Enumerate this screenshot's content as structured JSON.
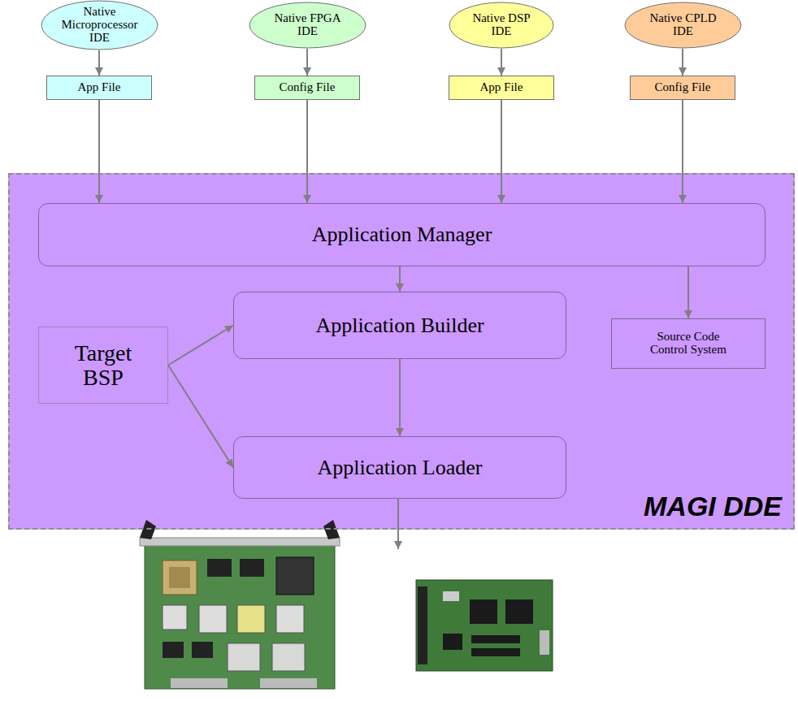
{
  "diagram": {
    "nodes": [
      {
        "text": [
          "Native Microprocessor IDE"
        ]
      },
      {
        "text": [
          "Native FPGA IDE"
        ]
      },
      {
        "text": [
          "Native DSP IDE"
        ]
      },
      {
        "text": [
          "Native CPLD IDE"
        ]
      },
      {
        "text": [
          "App File"
        ]
      },
      {
        "text": [
          "Config File"
        ]
      },
      {
        "text": [
          "App File"
        ]
      },
      {
        "text": [
          "Config File"
        ]
      },
      {
        "text": [
          "MAGI DDE"
        ]
      },
      {
        "text": [
          "Application Manager"
        ],
        "in": 8
      },
      {
        "text": [
          "Application Builder"
        ],
        "in": 8
      },
      {
        "text": [
          "Source Code Control System"
        ],
        "in": 8
      },
      {
        "text": [
          "Target BSP"
        ],
        "in": 8
      },
      {
        "text": [
          "Application Loader"
        ],
        "in": 8
      }
    ],
    "edges": [
      {
        "from": 0,
        "to": 4,
        "arrow": "to"
      },
      {
        "from": 1,
        "to": 5,
        "arrow": "to"
      },
      {
        "from": 2,
        "to": 6,
        "arrow": "to"
      },
      {
        "from": 3,
        "to": 7,
        "arrow": "to"
      },
      {
        "from": 4,
        "to": 9,
        "arrow": "to"
      },
      {
        "from": 5,
        "to": 9,
        "arrow": "to"
      },
      {
        "from": 6,
        "to": 9,
        "arrow": "to"
      },
      {
        "from": 7,
        "to": 9,
        "arrow": "to"
      },
      {
        "from": 9,
        "to": 10,
        "arrow": "to"
      },
      {
        "from": 9,
        "to": 11,
        "arrow": "to"
      },
      {
        "from": 12,
        "to": 10,
        "arrow": "to"
      },
      {
        "from": 12,
        "to": 13,
        "arrow": "to"
      },
      {
        "from": 10,
        "to": 13,
        "arrow": "to"
      }
    ]
  }
}
